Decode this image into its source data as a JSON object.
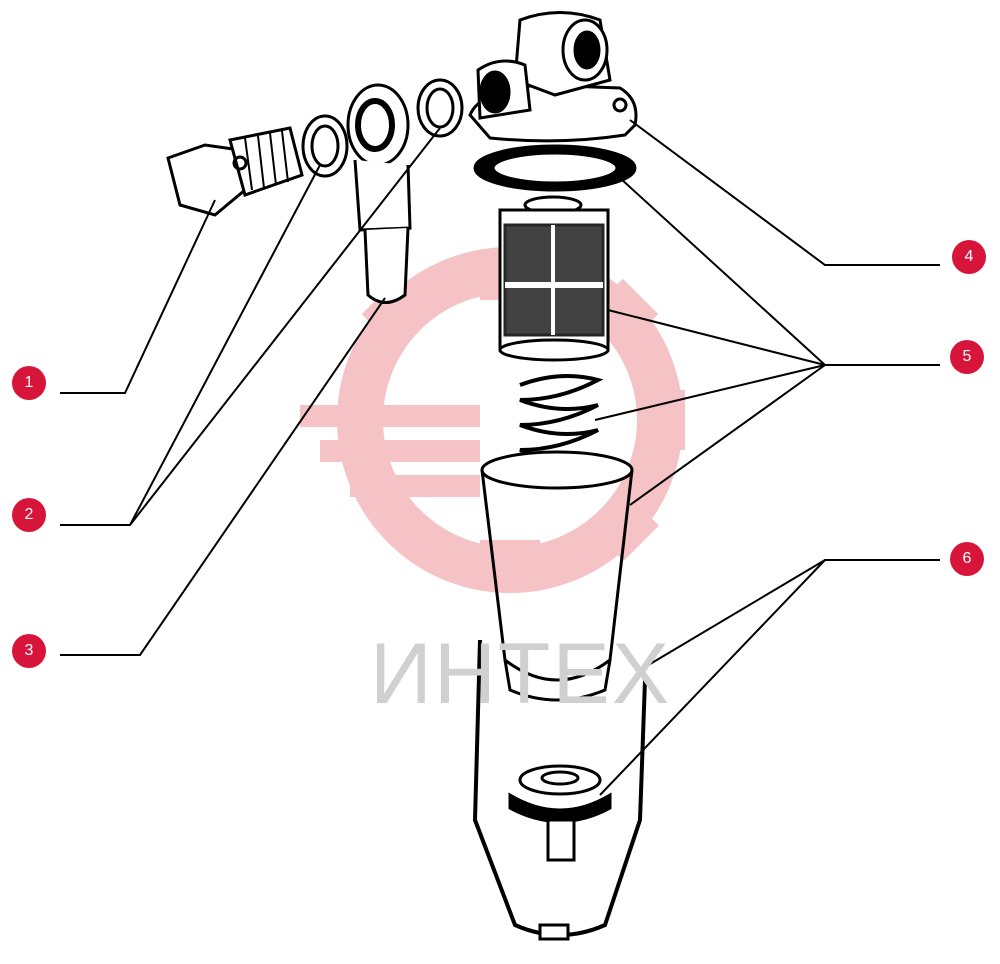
{
  "watermark": {
    "text": "ИНТЕХ"
  },
  "callouts": [
    {
      "id": "1",
      "label": "1"
    },
    {
      "id": "2",
      "label": "2"
    },
    {
      "id": "3",
      "label": "3"
    },
    {
      "id": "4",
      "label": "4"
    },
    {
      "id": "5",
      "label": "5"
    },
    {
      "id": "6",
      "label": "6"
    }
  ],
  "colors": {
    "callout": "#d7153a",
    "line": "#000000",
    "watermark_logo": "#f4b8bd",
    "watermark_text": "#d0d0d0"
  },
  "icons": [
    "gear-logo-watermark"
  ]
}
